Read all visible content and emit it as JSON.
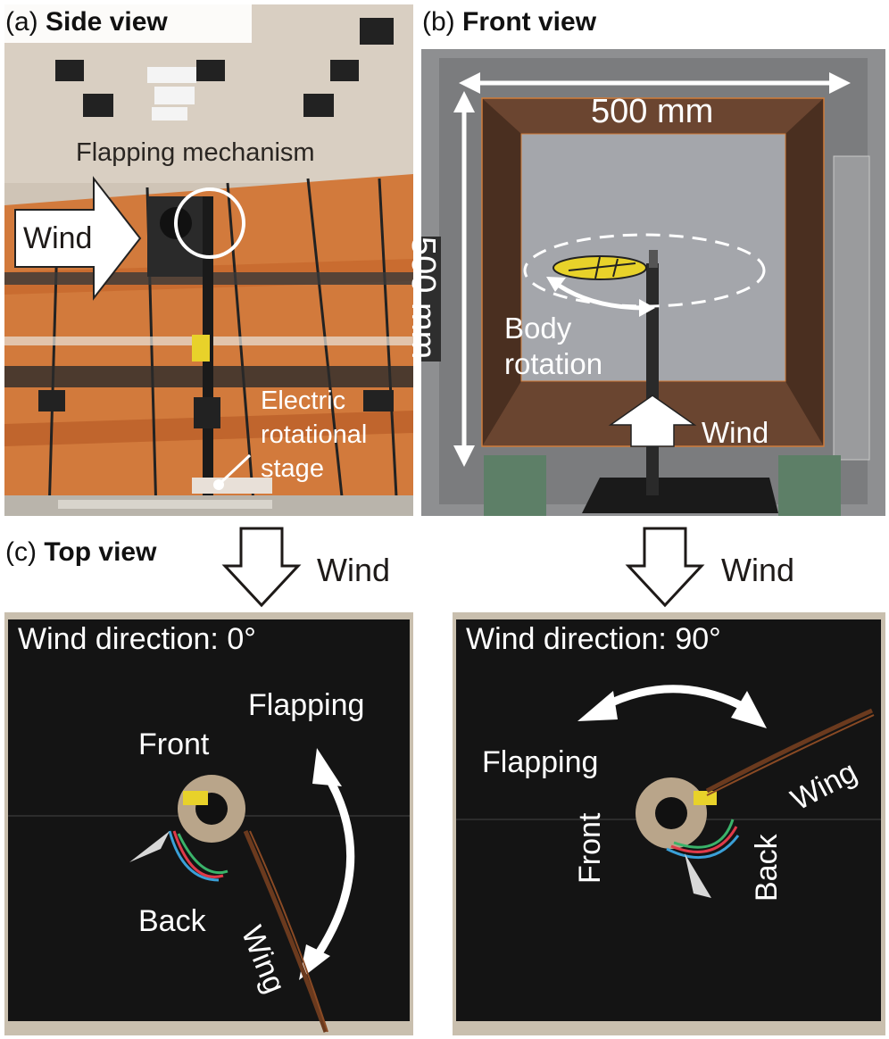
{
  "panels": {
    "a": {
      "letter": "(a)",
      "title": "Side view",
      "mechanism": "Flapping mechanism",
      "wind": "Wind",
      "stage_line1": "Electric",
      "stage_line2": "rotational",
      "stage_line3": "stage"
    },
    "b": {
      "letter": "(b)",
      "title": "Front view",
      "width": "500 mm",
      "height": "500 mm",
      "rotation_line1": "Body",
      "rotation_line2": "rotation",
      "wind": "Wind"
    },
    "c": {
      "letter": "(c)",
      "title": "Top view",
      "wind_left": "Wind",
      "wind_right": "Wind",
      "left": {
        "direction": "Wind direction: 0°",
        "flapping": "Flapping",
        "front": "Front",
        "back": "Back",
        "wing": "Wing"
      },
      "right": {
        "direction": "Wind direction: 90°",
        "flapping": "Flapping",
        "front": "Front",
        "back": "Back",
        "wing": "Wing"
      }
    }
  },
  "colors": {
    "orange_duct": "#d27a3c",
    "chamber_brown": "#5a3a28",
    "board_black": "#141414",
    "wing_yellow": "#e8d22a"
  }
}
